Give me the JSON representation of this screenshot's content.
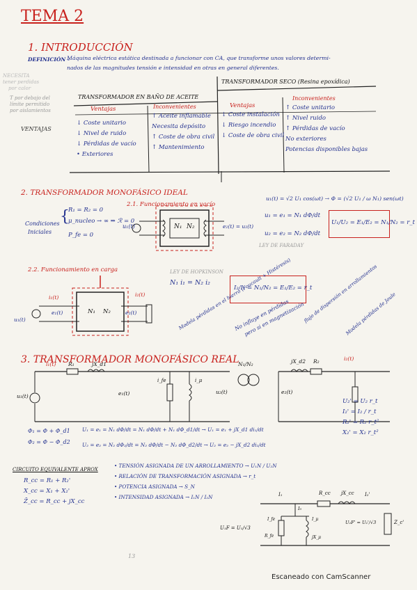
{
  "title": "TEMA 2",
  "sec1": {
    "heading": "1. INTRODUCCIÓN",
    "def_label": "DEFINICIÓN -",
    "def_line1": "Máquina eléctrica estática destinada a funcionar con CA, que transforme unos valores determi-",
    "def_line2": "nados de las magnitudes tensión e intensidad en otras en general diferentes.",
    "margin_note1": "NECESITA",
    "margin_note2": "tener perdidas",
    "margin_note3": "por calor",
    "margin_note4": "T por debajo del",
    "margin_note5": "límite permitido",
    "margin_note6": "por aislamientos",
    "ventajas_margin": "VENTAJAS",
    "table": {
      "left_header": "TRANSFORMADOR EN BAÑO DE ACEITE",
      "right_header": "TRANSFORMADOR SECO (Resina epoxídica)",
      "col_ventajas": "Ventajas",
      "col_inconvenientes": "Inconvenientes",
      "aceite_ventajas": [
        "↓ Coste unitario",
        "↓ Nivel de ruido",
        "↓ Pérdidas de vacío",
        "• Exteriores"
      ],
      "aceite_inconvenientes": [
        "↑ Aceite inflamable",
        "Necesita depósito",
        "↑ Coste de obra civil",
        "↑ Mantenimiento"
      ],
      "seco_ventajas": [
        "↓ Coste instalación",
        "↓ Riesgo incendio",
        "↓ Coste de obra civil"
      ],
      "seco_inconvenientes": [
        "↑ Coste unitario",
        "↑ Nivel ruido",
        "↑ Pérdidas de vacío",
        "No exteriores",
        "Potencias disponibles bajas"
      ]
    }
  },
  "sec2": {
    "heading": "2. TRANSFORMADOR MONOFÁSICO IDEAL",
    "sub1": "2.1. Funcionamiento en vacío",
    "cond_label1": "Condiciones",
    "cond_label2": "Iniciales",
    "cond1": "R₁ = R₂ = 0",
    "cond2": "μ_nucleo → ∞ ⇒ ℛ = 0",
    "cond3": "P_fe = 0",
    "eq1": "u₁(t) = √2 U₁ cos(ωt) → Φ = (√2 U₁ / ω N₁) sen(ωt)",
    "eq2": "u₁ = e₁ = N₁ dΦ/dt",
    "eq3": "u₂ = e₂ = N₂ dΦ/dt",
    "ratio_box": "U₁/U₂ = E₁/E₂ = N₁/N₂ = r_t",
    "faraday": "LEY DE FARADAY",
    "v1": "u₁(t)",
    "v2": "e₂(t) = u₂(t)",
    "n1": "N₁",
    "n2": "N₂",
    "sub2": "2.2. Funcionamiento en carga",
    "hopkinson": "LEY DE HOPKINSON",
    "hop_eq": "N₁ i₁ = N₂ i₂",
    "ratio_box2": "I₂/I₁ = N₁/N₂ = E₁/E₂ = r_t",
    "i1": "i₁(t)",
    "i2": "i₂(t)",
    "e1": "e₁(t)",
    "e2": "e₂(t)",
    "u1": "u₁(t)"
  },
  "sec3": {
    "heading": "3. TRANSFORMADOR MONOFÁSICO REAL",
    "ann1": "Modela pérdidas en el hierro (Foucault + Histéresis)",
    "ann2": "No influye en pérdidas",
    "ann3": "pero si en magnetización",
    "ann4": "flujo de dispersión en arrollamientos",
    "ann5": "Modela pérdidas de Joule",
    "circuit_labels": [
      "i₁(t)",
      "R₁",
      "jX_d1",
      "u₁(t)",
      "e₁(t)",
      "i_fe",
      "i_μ",
      "N₁/N₂",
      "i₂(t)",
      "R₂",
      "jX_d2",
      "e₂(t)",
      "u₂(t)"
    ],
    "flux1": "Φ₁ = Φ + Φ_d1",
    "flux2": "Φ₂ = Φ − Φ_d2",
    "eqA": "U₁ = e₁ = N₁ dΦ/dt = N₁ dΦ/dt + N₁ dΦ_d1/dt → U₁ = e₁ + jX_d1 di₁/dt",
    "eqB": "U₂ = e₂ = N₂ dΦ₂/dt = N₂ dΦ/dt − N₂ dΦ_d2/dt → U₂ = e₂ − jX_d2 di₂/dt",
    "refer": [
      "U₂' = U₂ r_t",
      "I₂' = I₂ / r_t",
      "R₂' = R₂ r_t²",
      "X₂' = X₂ r_t²"
    ],
    "approx_title": "CIRCUITO EQUIVALENTE APROX",
    "approx_eqs": [
      "R_cc = R₁ + R₂'",
      "X_cc = X₁ + X₂'",
      "Z̄_cc = R_cc + jX_cc"
    ],
    "bullets": [
      "• TENSIÓN ASIGNADA DE UN ARROLLAMIENTO → U₁N / U₂N",
      "• RELACIÓN DE TRANSFORMACIÓN ASIGNADA → r_t",
      "• POTENCIA ASIGNADA → S_N",
      "• INTENSIDAD ASIGNADA → I₁N / I₂N"
    ],
    "approx_circuit": [
      "I₁",
      "R_cc",
      "jX_cc",
      "I₂'",
      "I₀",
      "I_fe",
      "I_μ",
      "R_fe",
      "jX_μ",
      "U₁F = U₁/√3",
      "U₂F' = U₂'/√3",
      "Z_c'"
    ]
  },
  "page_number": "13",
  "scanner": "Escaneado con CamScanner"
}
